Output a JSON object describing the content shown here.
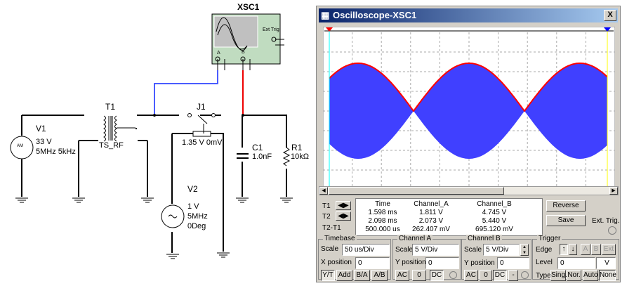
{
  "schematic": {
    "scope_label": "XSC1",
    "scope_ext_trig": "Ext Trig",
    "scope_a": "A",
    "scope_b": "B",
    "t1": {
      "name": "T1",
      "model": "TS_RF"
    },
    "v1": {
      "name": "V1",
      "value": "33 V",
      "freq": "5MHz 5kHz",
      "symbol": "AM"
    },
    "j1": {
      "name": "J1",
      "ctrl": "1.35 V 0mV"
    },
    "v2": {
      "name": "V2",
      "value": "1 V",
      "freq": "5MHz",
      "phase": "0Deg"
    },
    "c1": {
      "name": "C1",
      "value": "1.0nF"
    },
    "r1": {
      "name": "R1",
      "value": "10kΩ"
    }
  },
  "window": {
    "title": "Oscilloscope-XSC1",
    "close": "X"
  },
  "colors": {
    "channel_a": "#4040ff",
    "channel_b": "#ff0000",
    "cursor1": "#00ffff",
    "cursor2": "#ffff00"
  },
  "cursors": {
    "t1": "T1",
    "t2": "T2",
    "t2_t1": "T2-T1"
  },
  "readout": {
    "headers": [
      "Time",
      "Channel_A",
      "Channel_B"
    ],
    "rows": [
      [
        "1.598 ms",
        "1.811 V",
        "4.745 V"
      ],
      [
        "2.098 ms",
        "2.073 V",
        "5.440 V"
      ],
      [
        "500.000 us",
        "262.407 mV",
        "695.120 mV"
      ]
    ]
  },
  "buttons": {
    "reverse": "Reverse",
    "save": "Save",
    "ext_trig": "Ext. Trig."
  },
  "timebase": {
    "title": "Timebase",
    "scale_label": "Scale",
    "scale": "50 us/Div",
    "xpos_label": "X position",
    "xpos": "0",
    "modes": [
      "Y/T",
      "Add",
      "B/A",
      "A/B"
    ]
  },
  "channel_a": {
    "title": "Channel A",
    "scale_label": "Scale",
    "scale": "5  V/Div",
    "ypos_label": "Y position",
    "ypos": "0",
    "coupling": [
      "AC",
      "0",
      "DC"
    ]
  },
  "channel_b": {
    "title": "Channel B",
    "scale_label": "Scale",
    "scale": "5  V/Div",
    "ypos_label": "Y position",
    "ypos": "0",
    "coupling": [
      "AC",
      "0",
      "DC",
      "-"
    ]
  },
  "trigger": {
    "title": "Trigger",
    "edge_label": "Edge",
    "edge": [
      "↑",
      "↓"
    ],
    "sources": [
      "A",
      "B",
      "Ext"
    ],
    "level_label": "Level",
    "level": "0",
    "unit": "V",
    "type_label": "Type",
    "types": [
      "Sing.",
      "Nor.",
      "Auto",
      "None"
    ]
  }
}
